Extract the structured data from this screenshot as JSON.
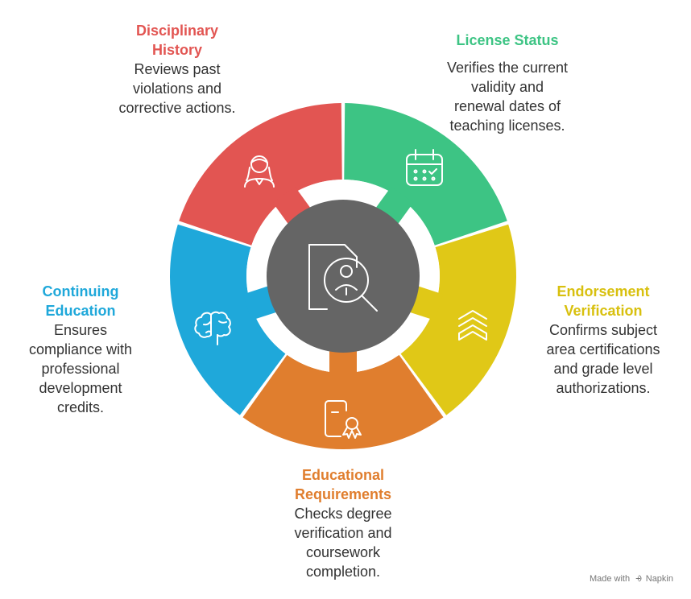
{
  "segments": [
    {
      "key": "disciplinary",
      "title": "Disciplinary History",
      "title_lines": [
        "Disciplinary",
        "History"
      ],
      "description_lines": [
        "Reviews past",
        "violations and",
        "corrective actions."
      ],
      "color": "#E25552",
      "icon": "person-icon"
    },
    {
      "key": "license",
      "title": "License Status",
      "title_lines": [
        "License Status"
      ],
      "description_lines": [
        "Verifies the current",
        "validity and",
        "renewal dates of",
        "teaching licenses."
      ],
      "color": "#3DC484",
      "icon": "calendar-check-icon"
    },
    {
      "key": "endorsement",
      "title": "Endorsement Verification",
      "title_lines": [
        "Endorsement",
        "Verification"
      ],
      "description_lines": [
        "Confirms subject",
        "area certifications",
        "and grade level",
        "authorizations."
      ],
      "color": "#E0C817",
      "icon": "chevron-stack-icon"
    },
    {
      "key": "education",
      "title": "Educational Requirements",
      "title_lines": [
        "Educational",
        "Requirements"
      ],
      "description_lines": [
        "Checks degree",
        "verification and",
        "coursework",
        "completion."
      ],
      "color": "#E07E2E",
      "icon": "certificate-icon"
    },
    {
      "key": "continuing",
      "title": "Continuing Education",
      "title_lines": [
        "Continuing",
        "Education"
      ],
      "description_lines": [
        "Ensures",
        "compliance with",
        "professional",
        "development",
        "credits."
      ],
      "color": "#1FA8DA",
      "icon": "brain-icon"
    }
  ],
  "center": {
    "icon": "profile-search-icon",
    "color": "#656565"
  },
  "footer": {
    "made_with": "Made with",
    "brand": "Napkin"
  }
}
